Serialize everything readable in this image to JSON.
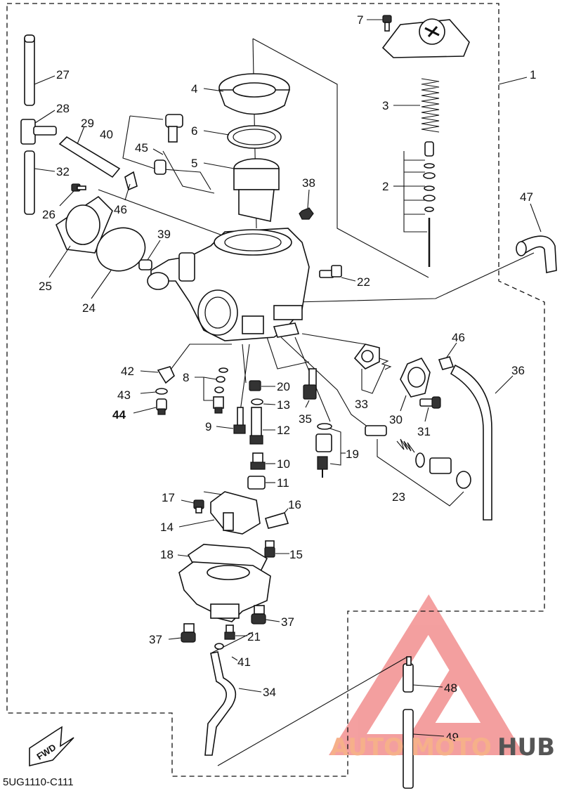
{
  "diagram_code": "5UG1110-C111",
  "fwd_label": "FWD",
  "watermark": {
    "auto": "AUTO",
    "moto": "MOTO",
    "hub": "HUB",
    "color_light": "#f6b08a",
    "color_dark": "#555555",
    "triangle_color": "#f08080"
  },
  "labels": {
    "l1": "1",
    "l2": "2",
    "l3": "3",
    "l4": "4",
    "l5": "5",
    "l6": "6",
    "l7": "7",
    "l8": "8",
    "l9": "9",
    "l10": "10",
    "l11": "11",
    "l12": "12",
    "l13": "13",
    "l14": "14",
    "l15": "15",
    "l16": "16",
    "l17": "17",
    "l18": "18",
    "l19": "19",
    "l20": "20",
    "l21": "21",
    "l22": "22",
    "l23": "23",
    "l24": "24",
    "l25": "25",
    "l26": "26",
    "l27": "27",
    "l28": "28",
    "l29": "29",
    "l30": "30",
    "l31": "31",
    "l32": "32",
    "l33": "33",
    "l34": "34",
    "l35": "35",
    "l36": "36",
    "l37a": "37",
    "l37b": "37",
    "l38": "38",
    "l39": "39",
    "l40": "40",
    "l41": "41",
    "l42": "42",
    "l43": "43",
    "l44": "44",
    "l45": "45",
    "l46a": "46",
    "l46b": "46",
    "l47": "47",
    "l48": "48",
    "l49": "49"
  }
}
